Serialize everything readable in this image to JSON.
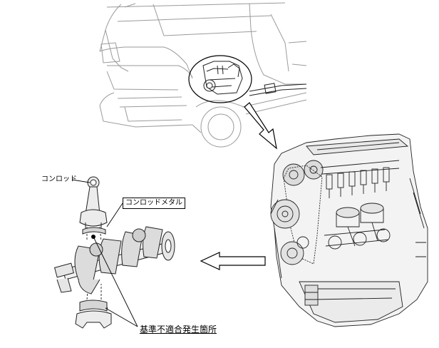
{
  "labels": {
    "conrod": "コンロッド",
    "conrod_metal": "コンロッドメタル",
    "defect_location": "基準不適合発生箇所"
  }
}
